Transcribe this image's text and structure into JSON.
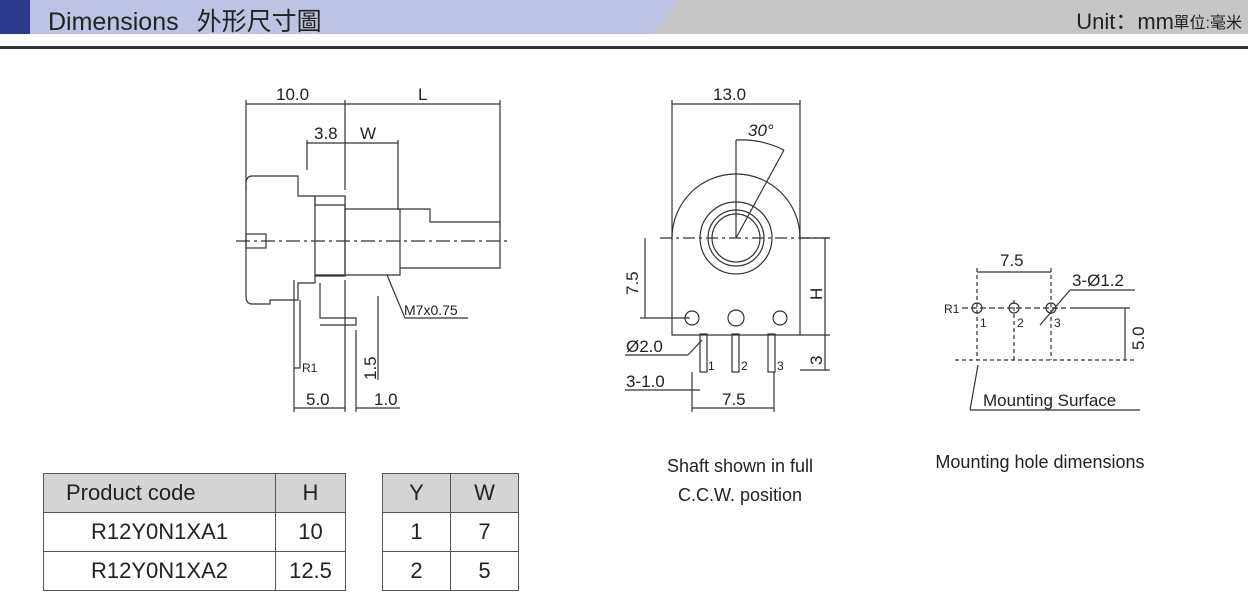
{
  "header": {
    "title": "Dimensions",
    "title_cn": "外形尺寸圖",
    "unit": "Unit：mm",
    "unit_cn": "單位:毫米"
  },
  "side_view": {
    "dim_10": "10.0",
    "dim_L": "L",
    "dim_38": "3.8",
    "dim_W": "W",
    "thread": "M7x0.75",
    "dim_15": "1.5",
    "dim_50": "5.0",
    "dim_10b": "1.0",
    "pin": "R1"
  },
  "front_view": {
    "dim_13": "13.0",
    "angle": "30°",
    "dim_75v": "7.5",
    "dim_H": "H",
    "dia": "Ø2.0",
    "pins": "3-1.0",
    "dim_75": "7.5",
    "dim_3": "3",
    "pin1": "1",
    "pin2": "2",
    "pin3": "3",
    "caption_line1": "Shaft shown in full",
    "caption_line2": "C.C.W. position"
  },
  "hole_view": {
    "dim_75": "7.5",
    "holes": "3-Ø1.2",
    "dim_50": "5.0",
    "r1": "R1",
    "h1": "1",
    "h2": "2",
    "h3": "3",
    "surface": "Mounting Surface",
    "caption": "Mounting hole dimensions"
  },
  "product_table": {
    "headers": [
      "Product code",
      "H"
    ],
    "rows": [
      [
        "R12Y0N1XA1",
        "10"
      ],
      [
        "R12Y0N1XA2",
        "12.5"
      ]
    ]
  },
  "yw_table": {
    "headers": [
      "Y",
      "W"
    ],
    "rows": [
      [
        "1",
        "7"
      ],
      [
        "2",
        "5"
      ]
    ]
  }
}
